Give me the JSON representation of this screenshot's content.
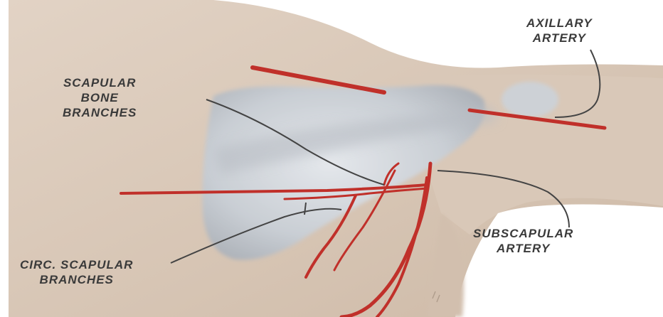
{
  "colors": {
    "background": "#ffffff",
    "skin": "#d8c7b8",
    "scapula": "#cfd3d8",
    "artery": "#c0302a",
    "leader_line": "#444444",
    "label_text": "#3a3a3a"
  },
  "labels": {
    "axillary_artery": {
      "line1": "AXILLARY",
      "line2": "ARTERY"
    },
    "scapular_bone_branches": {
      "line1": "SCAPULAR",
      "line2": "BONE",
      "line3": "BRANCHES"
    },
    "subscapular_artery": {
      "line1": "SUBSCAPULAR",
      "line2": "ARTERY"
    },
    "circ_scapular_branches": {
      "line1": "CIRC. SCAPULAR",
      "line2": "BRANCHES"
    }
  }
}
